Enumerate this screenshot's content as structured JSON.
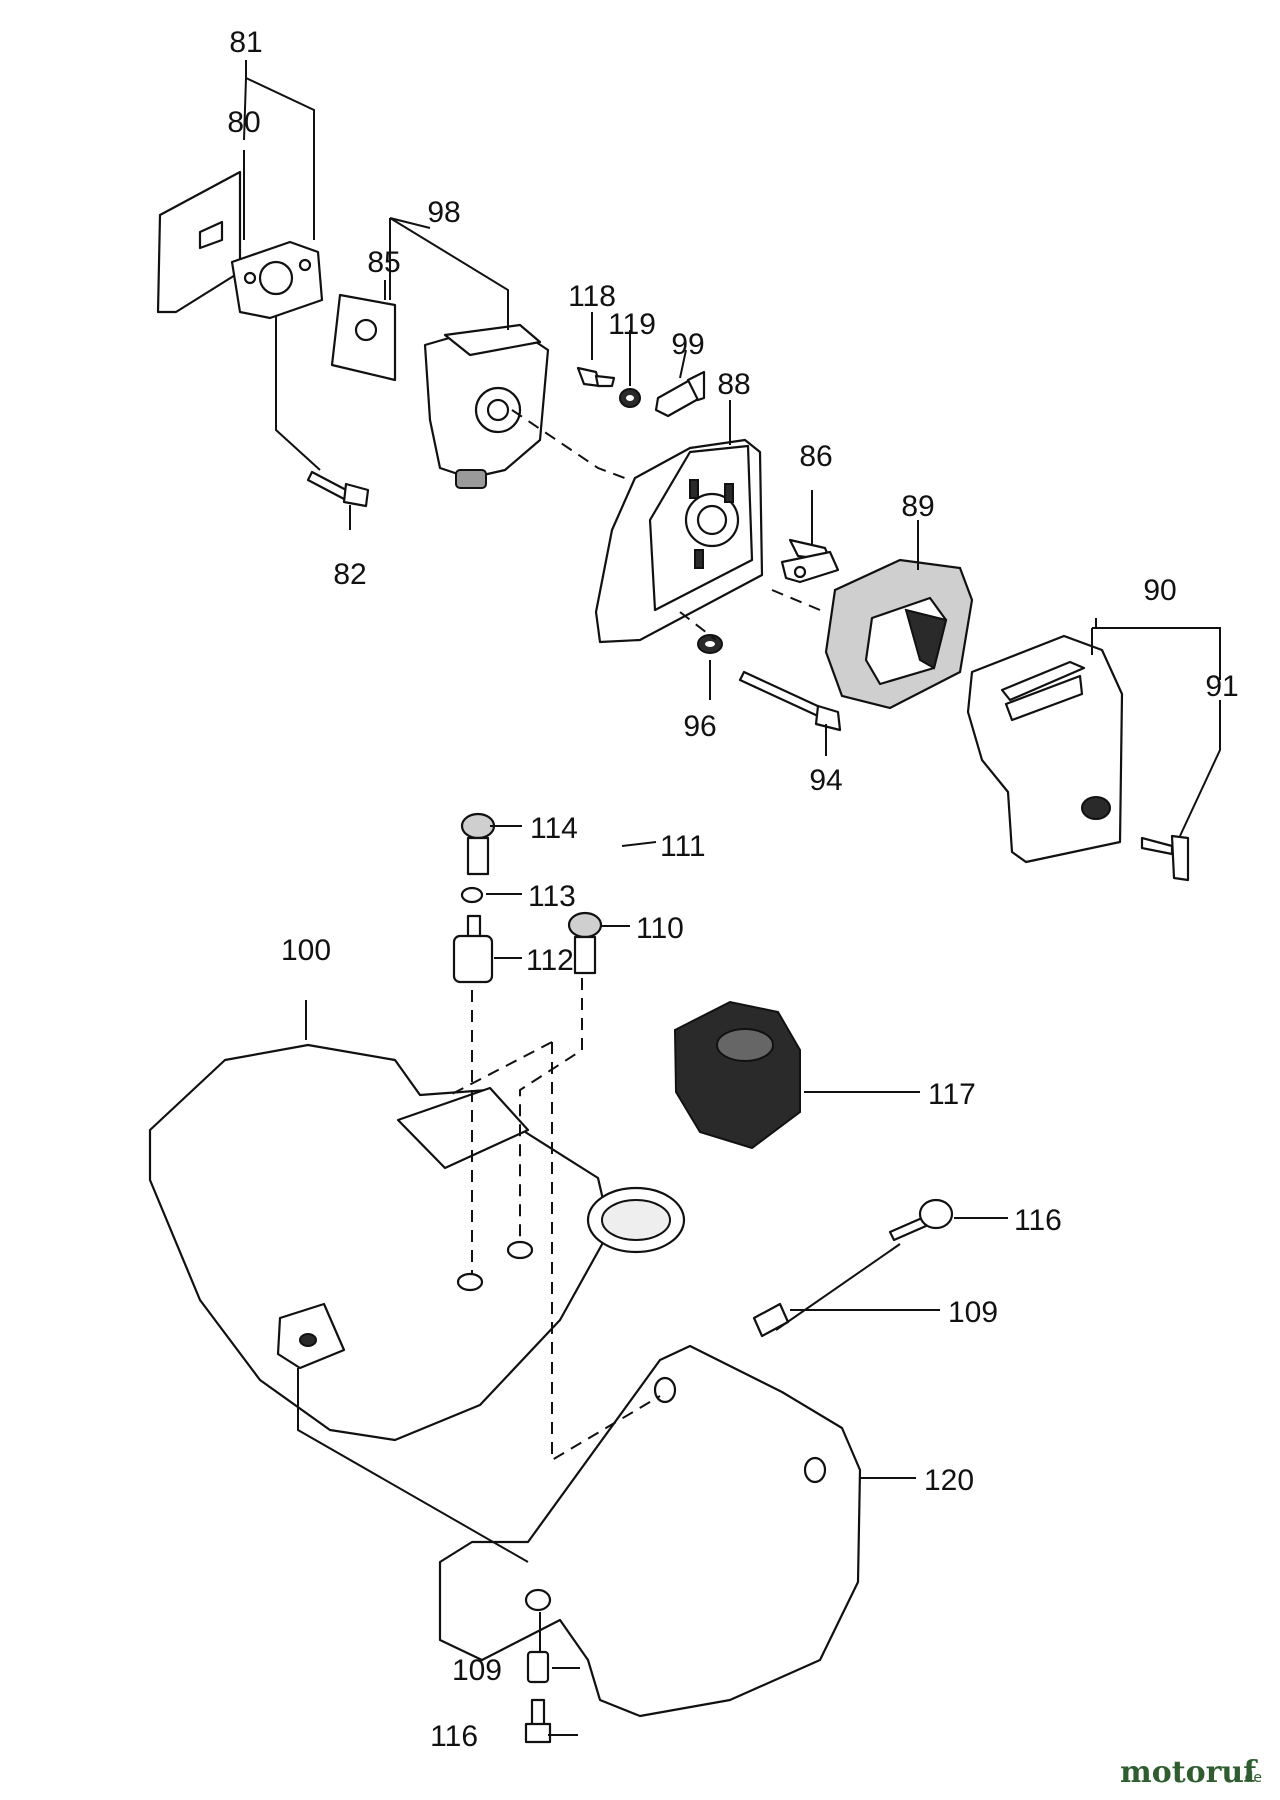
{
  "diagram": {
    "part_numbers": {
      "p80": "80",
      "p81": "81",
      "p82": "82",
      "p85": "85",
      "p86": "86",
      "p88": "88",
      "p89": "89",
      "p90": "90",
      "p91": "91",
      "p94": "94",
      "p96": "96",
      "p98": "98",
      "p99": "99",
      "p100": "100",
      "p109a": "109",
      "p109b": "109",
      "p110": "110",
      "p111": "111",
      "p112": "112",
      "p113": "113",
      "p114": "114",
      "p116a": "116",
      "p116b": "116",
      "p117": "117",
      "p118": "118",
      "p119": "119",
      "p120": "120"
    },
    "watermark": {
      "name": "motoruf",
      "suffix": ".de"
    }
  },
  "colors": {
    "line": "#111111",
    "foam": "#cfcfcf",
    "background": "#ffffff",
    "watermark": "#2f5d2f"
  }
}
